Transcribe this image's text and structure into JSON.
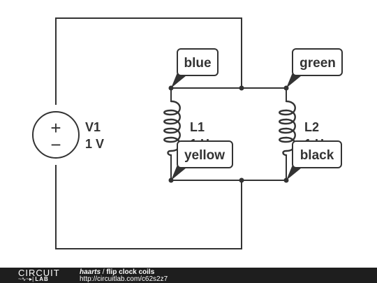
{
  "components": {
    "v1": {
      "name": "V1",
      "value": "1 V",
      "plus": "+",
      "minus": "−"
    },
    "l1": {
      "name": "L1",
      "value": "1 H"
    },
    "l2": {
      "name": "L2",
      "value": "1 H"
    }
  },
  "net_labels": {
    "blue": "blue",
    "green": "green",
    "yellow": "yellow",
    "black": "black"
  },
  "footer": {
    "logo_top": "CIRCUIT",
    "logo_bottom": "LAB",
    "author": "haarts",
    "separator": " / ",
    "title": "flip clock coils",
    "url": "http://circuitlab.com/c62s2z7"
  },
  "colors": {
    "wire": "#333333",
    "footer_background": "#1e1e1e",
    "footer_text": "#ffffff"
  }
}
